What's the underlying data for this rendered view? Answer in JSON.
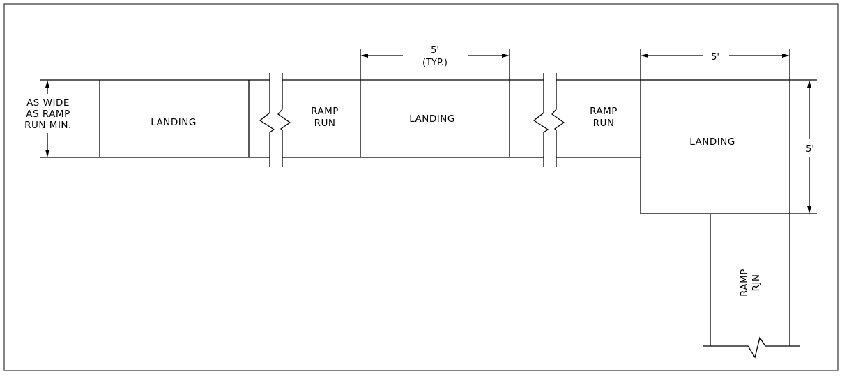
{
  "drawing": {
    "landing_1": "LANDING",
    "landing_2": "LANDING",
    "landing_3": "LANDING",
    "ramp_run_1": [
      "RAMP",
      "RUN"
    ],
    "ramp_run_2": [
      "RAMP",
      "RUN"
    ],
    "ramp_run_3": [
      "RAMP",
      "RJN"
    ],
    "width_note": [
      "AS WIDE",
      "AS RAMP",
      "RUN MIN."
    ],
    "dim_typ": [
      "5'",
      "(TYP.)"
    ],
    "dim_top_right": "5'",
    "dim_right": "5'"
  }
}
